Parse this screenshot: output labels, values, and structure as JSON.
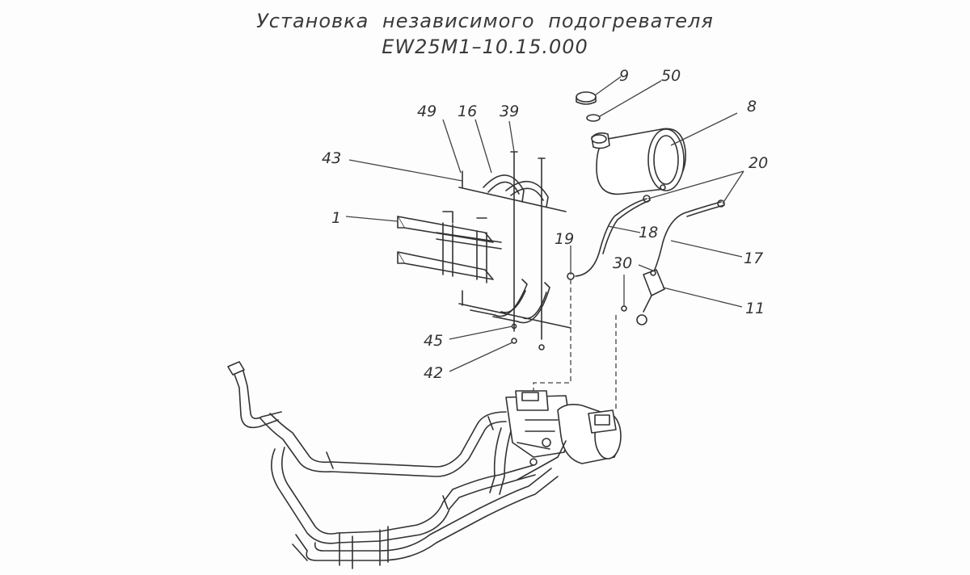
{
  "title": {
    "line1": "Установка независимого подогревателя",
    "line2": "EW25M1–10.15.000"
  },
  "callouts": {
    "c1": "1",
    "c8": "8",
    "c9": "9",
    "c11": "11",
    "c16": "16",
    "c17": "17",
    "c18": "18",
    "c19": "19",
    "c20": "20",
    "c30": "30",
    "c39": "39",
    "c42": "42",
    "c43": "43",
    "c45": "45",
    "c49": "49",
    "c50": "50"
  }
}
